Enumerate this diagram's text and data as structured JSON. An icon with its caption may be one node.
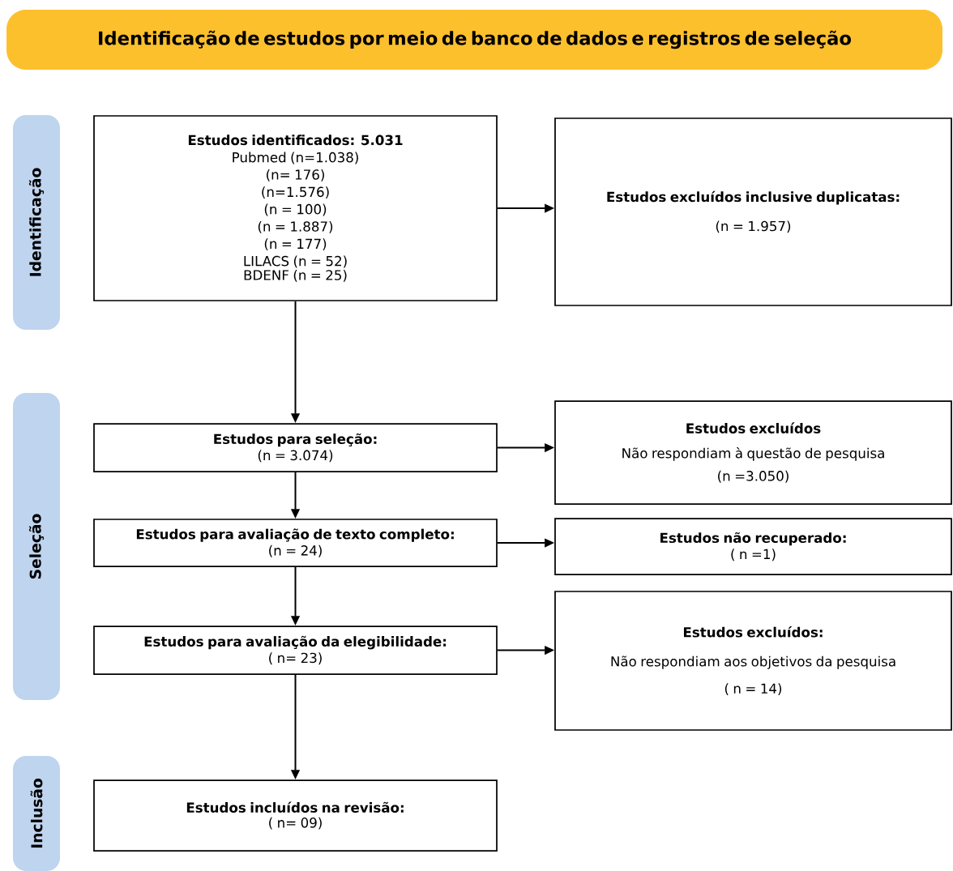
{
  "diagram": {
    "nodes": [
      {
        "text": [
          "Identificação de estudos por meio de banco de dados e registros de seleção"
        ]
      },
      {
        "text": [
          "Identificação"
        ]
      },
      {
        "text": [
          "Seleção"
        ]
      },
      {
        "text": [
          "Inclusão"
        ]
      },
      {
        "text": [
          "Estudos identificados: 5.031",
          "Pubmed (n=1.038)",
          "(n= 176)",
          "(n=1.576)",
          "(n = 100)",
          "(n = 1.887)",
          "(n = 177)",
          "LILACS (n = 52)",
          "BDENF (n = 25)"
        ]
      },
      {
        "text": [
          "Estudos excluídos inclusive duplicatas:",
          "(n = 1.957)"
        ]
      },
      {
        "text": [
          "Estudos para seleção:",
          "(n = 3.074)"
        ]
      },
      {
        "text": [
          "Estudos excluídos",
          "Não respondiam à questão de pesquisa",
          "(n =3.050)"
        ]
      },
      {
        "text": [
          "Estudos para avaliação de texto completo:",
          "(n = 24)"
        ]
      },
      {
        "text": [
          "Estudos não recuperado:",
          "( n =1)"
        ]
      },
      {
        "text": [
          "Estudos para avaliação da elegibilidade:",
          "( n= 23)"
        ]
      },
      {
        "text": [
          "Estudos excluídos:",
          "Não respondiam aos objetivos da pesquisa",
          "( n = 14)"
        ]
      },
      {
        "text": [
          "Estudos incluídos na revisão:",
          "( n= 09)"
        ]
      }
    ],
    "edges": [
      {
        "from": 4,
        "to": 5,
        "arrow": "to"
      },
      {
        "from": 4,
        "to": 6,
        "arrow": "to"
      },
      {
        "from": 6,
        "to": 7,
        "arrow": "to"
      },
      {
        "from": 6,
        "to": 8,
        "arrow": "to"
      },
      {
        "from": 8,
        "to": 9,
        "arrow": "to"
      },
      {
        "from": 8,
        "to": 10,
        "arrow": "to"
      },
      {
        "from": 10,
        "to": 11,
        "arrow": "to"
      },
      {
        "from": 10,
        "to": 12,
        "arrow": "to"
      }
    ]
  }
}
